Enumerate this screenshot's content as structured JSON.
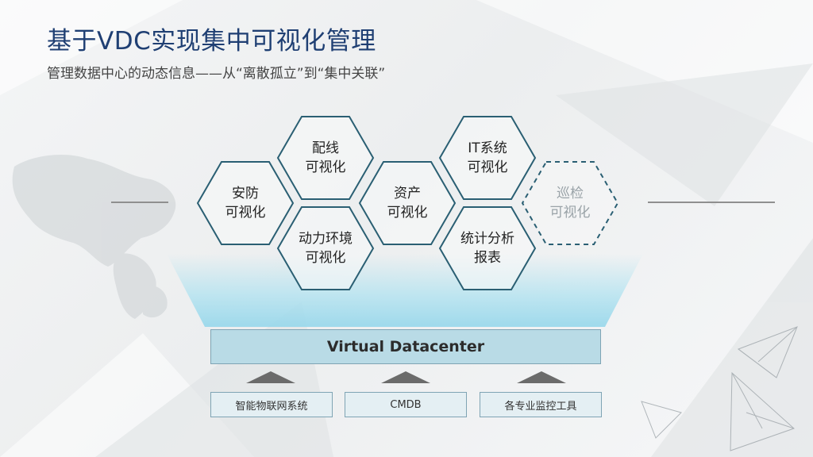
{
  "header": {
    "title": "基于VDC实现集中可视化管理",
    "subtitle": "管理数据中心的动态信息——从“离散孤立”到“集中关联”"
  },
  "hexagons": [
    {
      "line1": "安防",
      "line2": "可视化"
    },
    {
      "line1": "配线",
      "line2": "可视化"
    },
    {
      "line1": "动力环境",
      "line2": "可视化"
    },
    {
      "line1": "资产",
      "line2": "可视化"
    },
    {
      "line1": "IT系统",
      "line2": "可视化"
    },
    {
      "line1": "统计分析",
      "line2": "报表"
    },
    {
      "line1": "巡检",
      "line2": "可视化"
    }
  ],
  "platform": {
    "label": "Virtual Datacenter"
  },
  "sources": [
    {
      "label": "智能物联网系统"
    },
    {
      "label": "CMDB"
    },
    {
      "label": "各专业监控工具"
    }
  ],
  "colors": {
    "title": "#1f3f73",
    "hex_border": "#2a5f73",
    "platform_fill": "#b9dbe6",
    "source_fill": "#e4eff3",
    "arrow": "#6b6b6b"
  }
}
